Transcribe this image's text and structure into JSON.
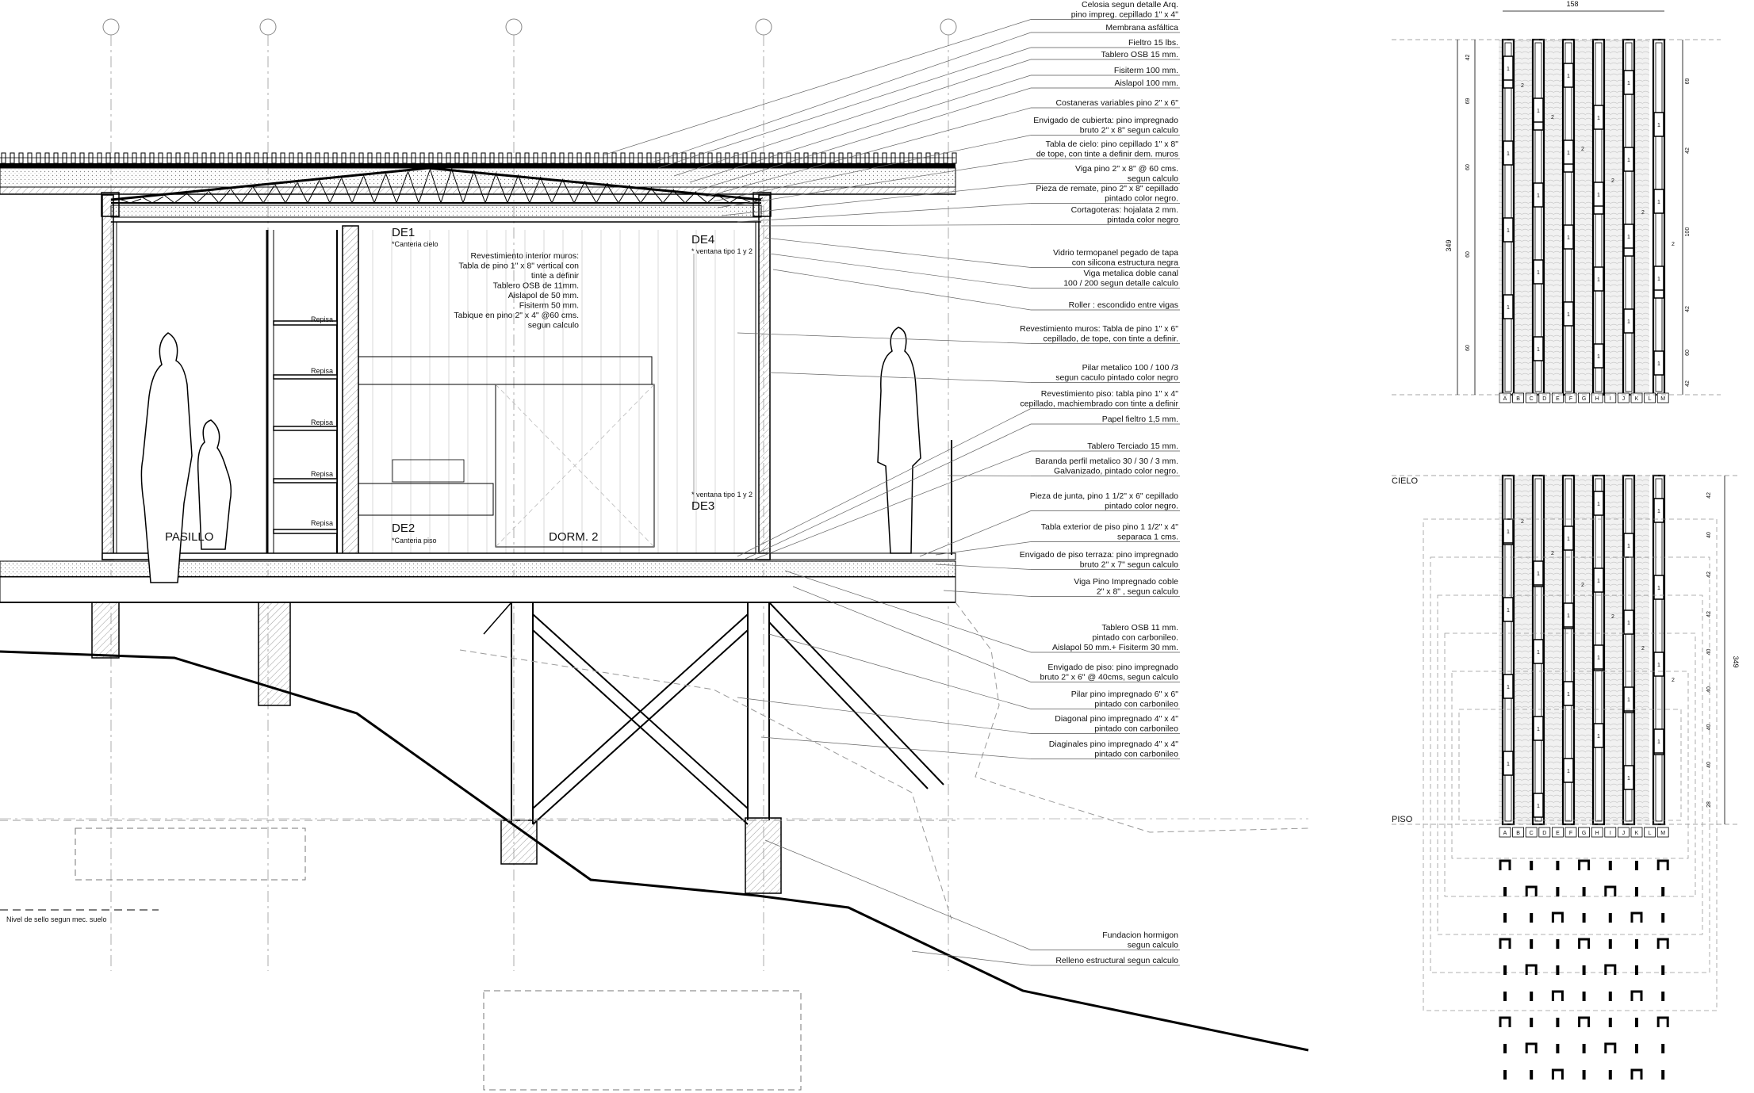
{
  "annotations": [
    [
      "Celosia segun detalle Arq.",
      "pino impreg. cepillado 1\" x 4\""
    ],
    [
      "Membrana asfáltica"
    ],
    [
      "Fieltro 15 lbs."
    ],
    [
      "Tablero OSB 15 mm."
    ],
    [
      "Fisiterm 100 mm."
    ],
    [
      "Aislapol 100 mm."
    ],
    [
      "Costaneras variables pino 2\" x 6\""
    ],
    [
      "Envigado de cubierta: pino impregnado",
      "bruto 2\" x 8\" segun calculo"
    ],
    [
      "Tabla de cielo: pino cepillado 1\" x 8\"",
      "de tope, con tinte a definir dem. muros"
    ],
    [
      "Viga pino 2\" x 8\" @ 60 cms.",
      "segun calculo"
    ],
    [
      "Pieza de remate, pino 2\" x 8\" cepillado",
      "pintado color negro."
    ],
    [
      "Cortagoteras: hojalata 2 mm.",
      "pintada color negro"
    ],
    [
      "Vidrio termopanel pegado de tapa",
      "con silicona estructura negra"
    ],
    [
      "Viga metalica doble canal",
      "100 / 200 segun detalle calculo"
    ],
    [
      "Roller : escondido entre vigas"
    ],
    [
      "Revestimiento muros: Tabla de pino 1\" x 6\"",
      "cepillado, de tope, con tinte a definir."
    ],
    [
      "Pilar metalico 100 / 100 /3",
      "segun caculo pintado color negro"
    ],
    [
      "Revestimiento piso: tabla pino 1\" x 4\"",
      "cepillado, machiembrado con tinte a definir"
    ],
    [
      "Papel fieltro 1,5 mm."
    ],
    [
      "Tablero Terciado 15 mm."
    ],
    [
      "Baranda perfil metalico 30 / 30 / 3 mm.",
      "Galvanizado, pintado color negro."
    ],
    [
      "Pieza de junta, pino 1 1/2\" x 6\" cepillado",
      "pintado color negro."
    ],
    [
      "Tabla exterior de piso pino 1 1/2\" x 4\"",
      "separaca 1 cms."
    ],
    [
      "Envigado de piso terraza: pino impregnado",
      "bruto 2\" x 7\" segun calculo"
    ],
    [
      "Viga Pino Impregnado coble",
      "2\" x 8\" , segun calculo"
    ],
    [
      "Tablero OSB 11 mm.",
      "pintado con carbonileo.",
      "Aislapol 50 mm.+ Fisiterm 30 mm."
    ],
    [
      "Envigado de piso: pino impregnado",
      "bruto 2\" x 6\" @ 40cms, segun calculo"
    ],
    [
      "Pilar pino impregnado 6\" x 6\"",
      "pintado con carbonileo"
    ],
    [
      "Diagonal pino impregnado 4\" x 4\"",
      "pintado con carbonileo"
    ],
    [
      "Diaginales pino impregnado 4\" x 4\"",
      "pintado con carbonileo"
    ],
    [
      "Fundacion  hormigon",
      "segun calculo"
    ],
    [
      "Relleno estructural segun calculo"
    ]
  ],
  "section": {
    "detail_refs": [
      "DE1",
      "DE2",
      "DE3",
      "DE4"
    ],
    "de1_note": "*Canteria cielo",
    "de2_note": "*Canteria piso",
    "de4_note": "* ventana tipo 1 y 2",
    "de3_note": "* ventana tipo 1 y 2",
    "shelf_label": "Repisa",
    "room_left": "PASILLO",
    "room_right": "DORM. 2",
    "interior_note": [
      "Revestimiento interior muros:",
      "Tabla de pino 1\" x 8\" vertical con",
      "tinte a definir",
      "Tablero OSB de 11mm.",
      "Aislapol de 50 mm.",
      "Fisiterm 50 mm.",
      "Tabique en pino 2\" x 4\" @60 cms.",
      "segun calculo"
    ],
    "ground_note": "Nivel de sello segun mec. suelo"
  },
  "elevation": {
    "top_width": "158",
    "top_height": "349",
    "top_right_dims": [
      "69",
      "42",
      "100",
      "42",
      "60",
      "42"
    ],
    "top_left_dims": [
      "42",
      "69",
      "60",
      "60",
      "60"
    ],
    "bottom_height": "349",
    "bottom_dims": [
      "42",
      "40",
      "42",
      "42",
      "40",
      "40",
      "40",
      "40",
      "28"
    ],
    "cielo_label": "CIELO",
    "piso_label": "PISO",
    "column_letters": [
      "A",
      "B",
      "C",
      "D",
      "E",
      "F",
      "G",
      "H",
      "I",
      "J",
      "K",
      "L",
      "M"
    ],
    "board_mark": "1",
    "board_mark_alt": "2"
  },
  "colors": {
    "line": "#111111",
    "hatch": "#9a9a9a",
    "guide": "#8a8a8a"
  }
}
